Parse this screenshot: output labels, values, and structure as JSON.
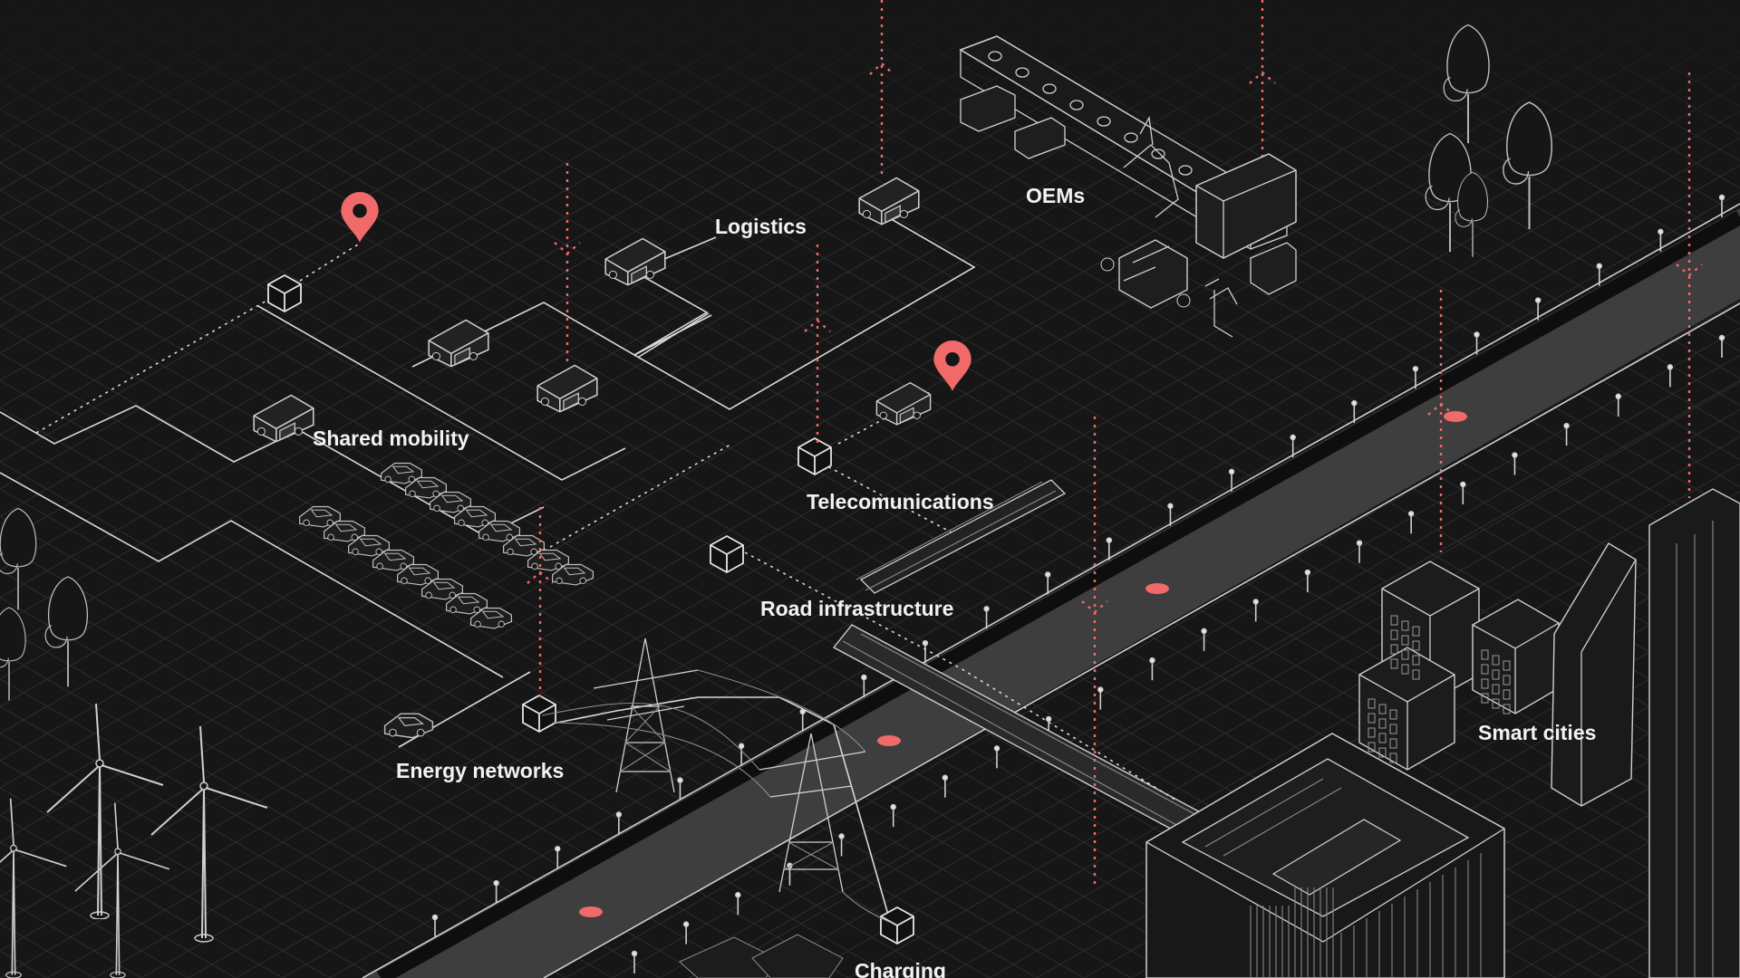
{
  "labels": {
    "logistics": "Logistics",
    "oems": "OEMs",
    "shared_mobility": "Shared mobility",
    "telecommunications": "Telecomunications",
    "road_infrastructure": "Road infrastructure",
    "energy_networks": "Energy networks",
    "smart_cities": "Smart cities",
    "charging": "Charging"
  },
  "colors": {
    "background": "#161616",
    "accent": "#f06a6a",
    "line": "#d8d8d8",
    "label": "#f2f2f2"
  }
}
